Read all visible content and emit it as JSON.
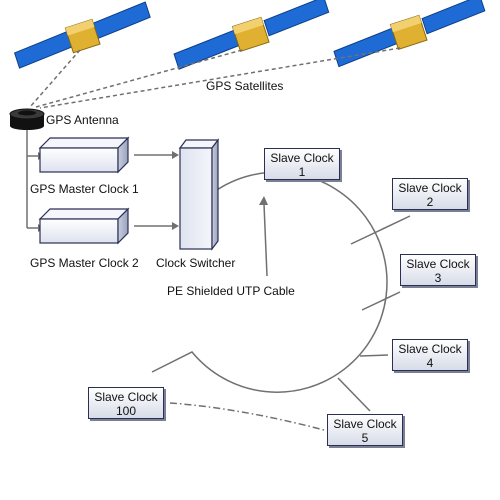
{
  "labels": {
    "gps_satellites": "GPS Satellites",
    "gps_antenna": "GPS Antenna",
    "master_clock_1": "GPS Master Clock 1",
    "master_clock_2": "GPS Master Clock 2",
    "clock_switcher": "Clock Switcher",
    "cable": "PE Shielded UTP Cable"
  },
  "slave_clocks": [
    {
      "title": "Slave Clock",
      "number": "1"
    },
    {
      "title": "Slave Clock",
      "number": "2"
    },
    {
      "title": "Slave Clock",
      "number": "3"
    },
    {
      "title": "Slave Clock",
      "number": "4"
    },
    {
      "title": "Slave Clock",
      "number": "5"
    },
    {
      "title": "Slave Clock",
      "number": "100"
    }
  ],
  "colors": {
    "panel_blue": "#1f6bd6",
    "satellite_gold": "#e0b030",
    "box_border": "#2b2f55",
    "box_fill": "#e8ecf5",
    "line_gray": "#6e6e6e"
  }
}
